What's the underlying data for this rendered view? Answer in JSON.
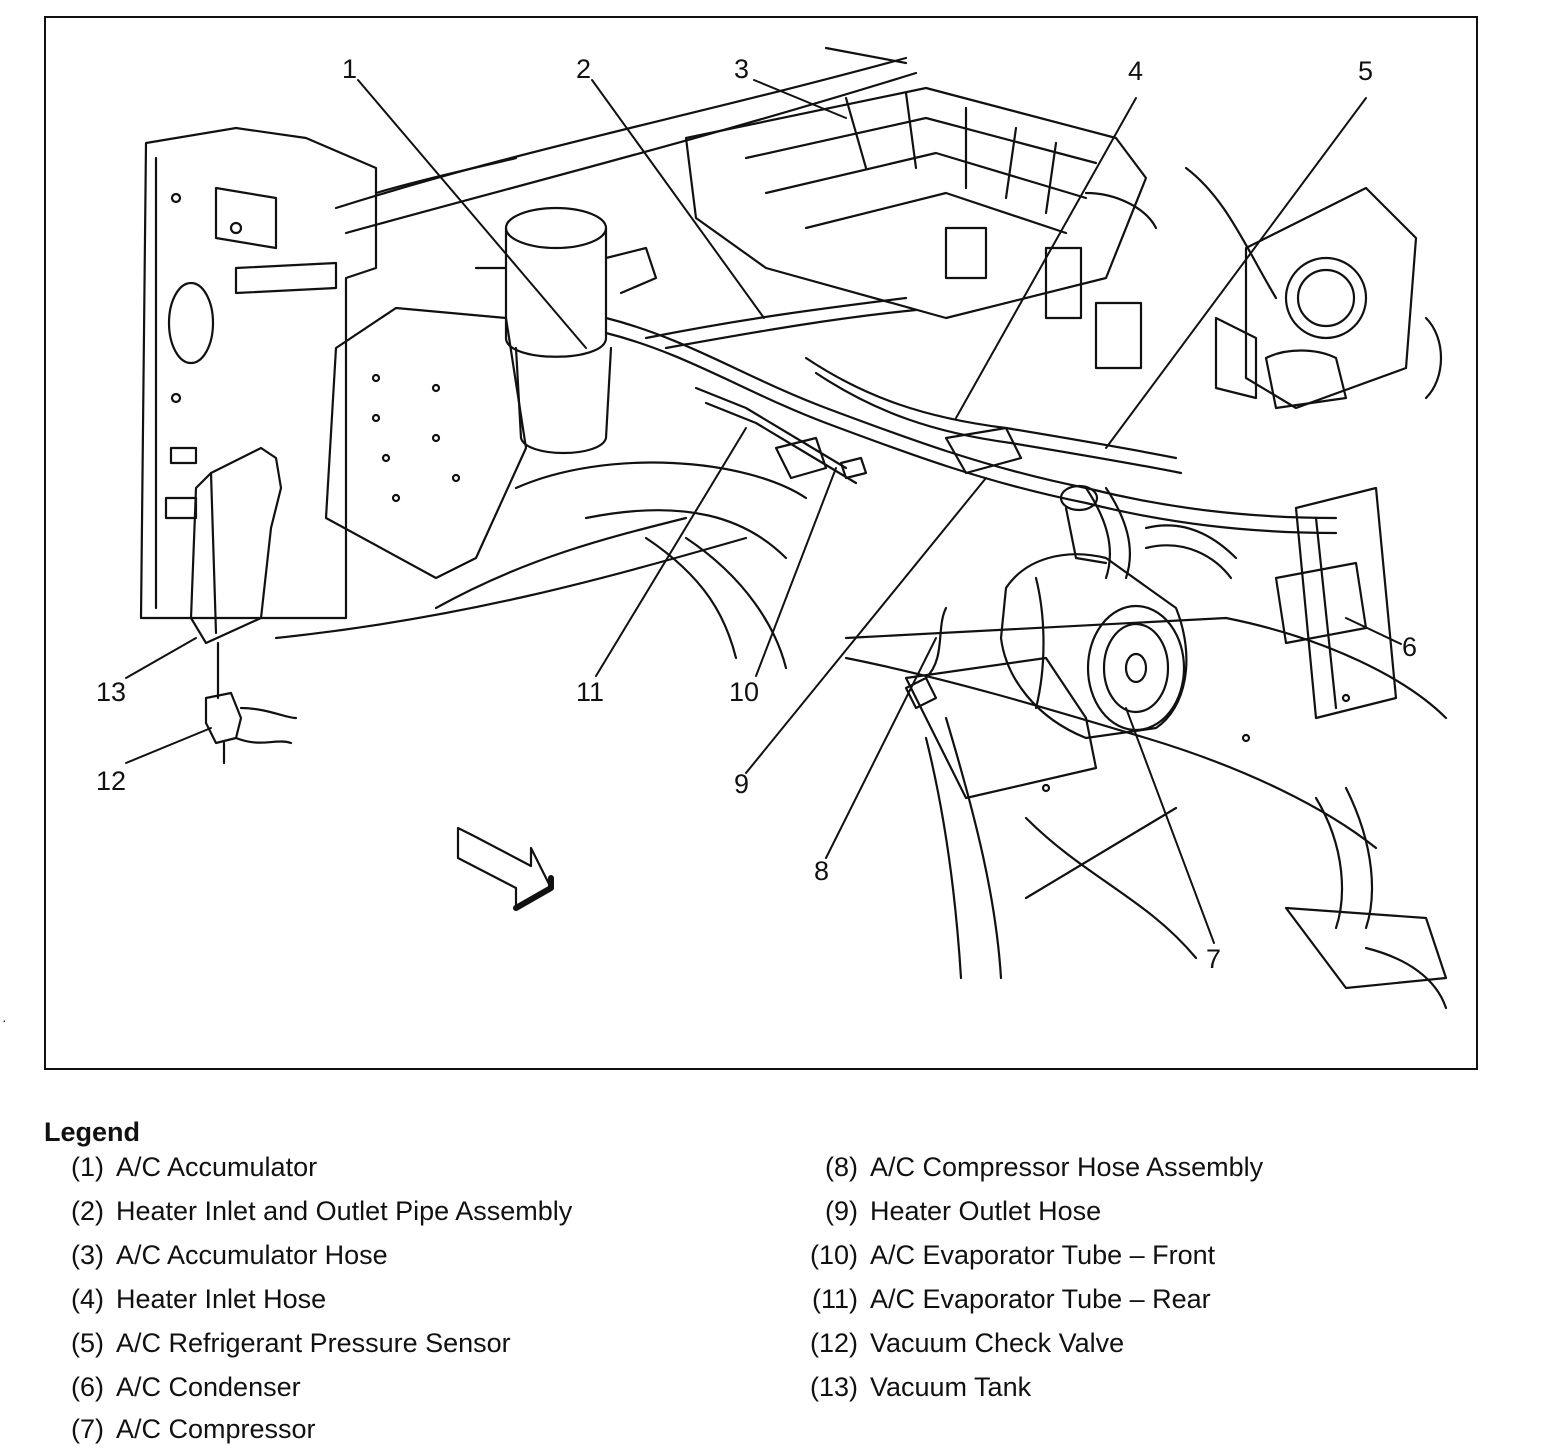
{
  "callouts": [
    "1",
    "2",
    "3",
    "4",
    "5",
    "6",
    "7",
    "8",
    "9",
    "10",
    "11",
    "12",
    "13"
  ],
  "legend": {
    "title": "Legend",
    "items": [
      {
        "num": "(1)",
        "label": "A/C Accumulator"
      },
      {
        "num": "(2)",
        "label": "Heater Inlet and Outlet Pipe Assembly"
      },
      {
        "num": "(3)",
        "label": "A/C Accumulator Hose"
      },
      {
        "num": "(4)",
        "label": "Heater Inlet Hose"
      },
      {
        "num": "(5)",
        "label": "A/C Refrigerant Pressure Sensor"
      },
      {
        "num": "(6)",
        "label": "A/C Condenser"
      },
      {
        "num": "(7)",
        "label": "A/C Compressor"
      },
      {
        "num": "(8)",
        "label": "A/C Compressor Hose Assembly"
      },
      {
        "num": "(9)",
        "label": "Heater Outlet Hose"
      },
      {
        "num": "(10)",
        "label": "A/C Evaporator Tube – Front"
      },
      {
        "num": "(11)",
        "label": "A/C Evaporator Tube – Rear"
      },
      {
        "num": "(12)",
        "label": "Vacuum Check Valve"
      },
      {
        "num": "(13)",
        "label": "Vacuum Tank"
      }
    ]
  },
  "colors": {
    "line": "#111111",
    "background": "#ffffff"
  }
}
